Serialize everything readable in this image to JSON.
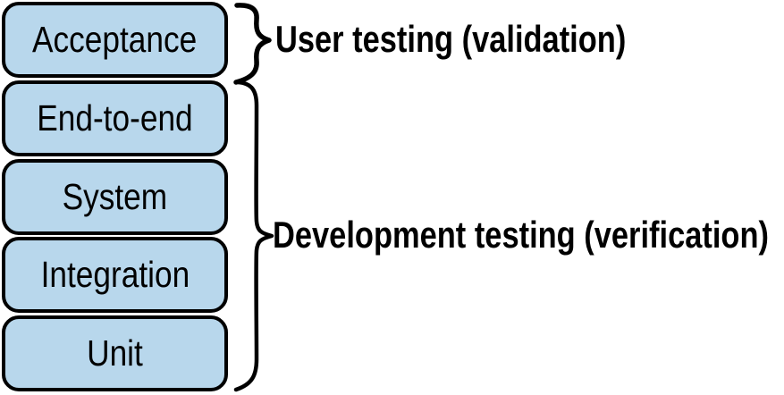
{
  "stack": {
    "boxes": [
      {
        "label": "Acceptance"
      },
      {
        "label": "End-to-end"
      },
      {
        "label": "System"
      },
      {
        "label": "Integration"
      },
      {
        "label": "Unit"
      }
    ]
  },
  "labels": {
    "user_testing": "User testing (validation)",
    "development_testing": "Development testing (verification)"
  },
  "icons": {
    "small_brace": "curly-brace",
    "large_brace": "curly-brace"
  },
  "colors": {
    "ink": "#000000",
    "box-fill": "#b8d7ec",
    "background": "#ffffff"
  }
}
